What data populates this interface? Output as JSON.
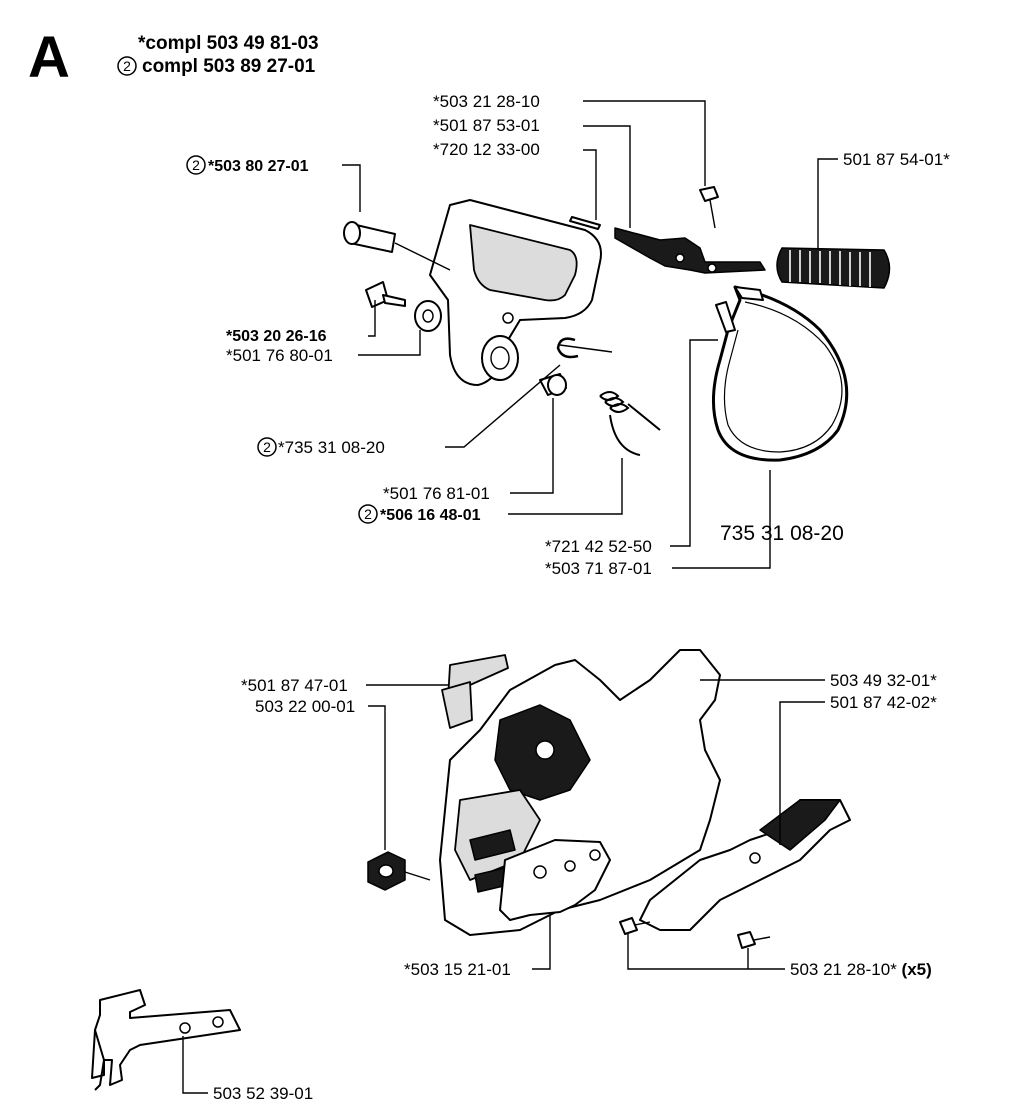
{
  "section_letter": "A",
  "header": {
    "kit_line_1": "*compl 503 49 81-03",
    "kit_line_2_marker": "2",
    "kit_line_2": "compl 503 89 27-01"
  },
  "callouts": {
    "c01": {
      "marker": "2",
      "text": "*503 80 27-01",
      "bold": true
    },
    "c02": {
      "text": "*503 20 26-16",
      "bold": true
    },
    "c03": {
      "text": "*501 76 80-01"
    },
    "c04": {
      "marker": "2",
      "text": " *735 31 08-20"
    },
    "c05": {
      "text": "*501 76 81-01"
    },
    "c06": {
      "marker": "2",
      "text": "*506 16 48-01",
      "bold": true
    },
    "c07": {
      "text": "*503 21 28-10"
    },
    "c08": {
      "text": "*501 87 53-01"
    },
    "c09": {
      "text": "*720 12 33-00"
    },
    "c10": {
      "text": "501 87 54-01*"
    },
    "c11": {
      "text": "735 31 08-20"
    },
    "c12": {
      "text": "*721 42 52-50"
    },
    "c13": {
      "text": "*503 71 87-01"
    },
    "c14": {
      "text": "*501 87 47-01"
    },
    "c15": {
      "text": "503 22 00-01"
    },
    "c16": {
      "text": "503 49 32-01*"
    },
    "c17": {
      "text": "501 87 42-02*"
    },
    "c18": {
      "text": "*503 15 21-01"
    },
    "c19": {
      "text": "503 21 28-10*",
      "suffix": " (x5)"
    },
    "c20": {
      "text": "503 52 39-01"
    }
  }
}
